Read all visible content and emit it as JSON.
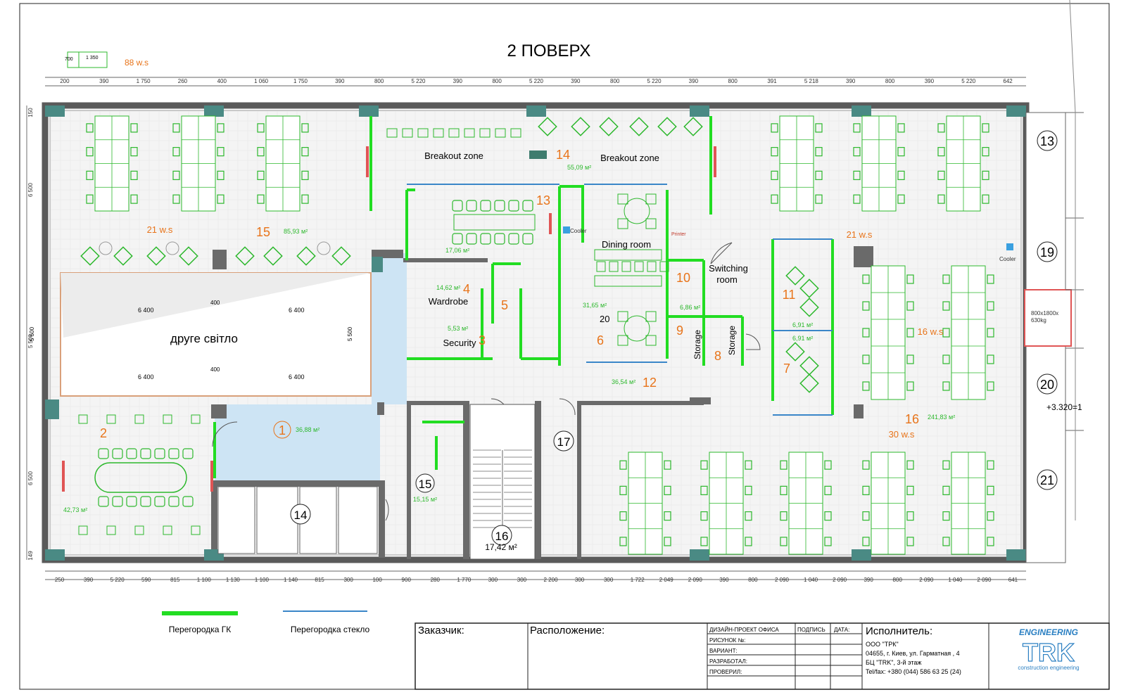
{
  "title": "2 ПОВЕРХ",
  "header_key": {
    "dims": [
      "700",
      "1 350"
    ],
    "ws": "88 w.s"
  },
  "colors": {
    "wall": "#5a5a5a",
    "gk": "#22dd22",
    "glass": "#3a86c8",
    "furniture": "#2db82d",
    "number": "#e8741a",
    "dim": "#333333",
    "light": "#f2f2f2",
    "tile": "#cde4f4"
  },
  "top_dims": [
    "200",
    "390",
    "1 750",
    "260",
    "400",
    "1 060",
    "1 750",
    "390",
    "800",
    "5 220",
    "390",
    "800",
    "5 220",
    "390",
    "800",
    "5 220",
    "390",
    "800",
    "391",
    "5 218",
    "390",
    "800",
    "390",
    "5 220",
    "642"
  ],
  "bottom_dims": [
    "250",
    "390",
    "5 220",
    "590",
    "815",
    "1 100",
    "1 130",
    "1 100",
    "1 140",
    "815",
    "300",
    "100",
    "900",
    "280",
    "1 770",
    "300",
    "300",
    "2 200",
    "300",
    "300",
    "1 722",
    "2 049",
    "2 090",
    "390",
    "800",
    "2 090",
    "1 040",
    "2 090",
    "390",
    "800",
    "2 090",
    "1 040",
    "2 090",
    "641"
  ],
  "left_dims": [
    "150",
    "6 500",
    "5 500",
    "6 500",
    "149"
  ],
  "light_well": {
    "label": "друге світло",
    "dims": [
      "6 400",
      "6 400",
      "6 400",
      "6 400",
      "400",
      "400",
      "5 500",
      "5 500"
    ]
  },
  "zones": [
    {
      "num": "15",
      "ws": "21 w.s",
      "area": "85,93 м²"
    },
    {
      "num": "14",
      "label": "Breakout zone",
      "area": "55,09 м²"
    },
    {
      "num": "13",
      "area": "17,06 м²"
    },
    {
      "num": "4",
      "label": "Wardrobe",
      "area": "14,62 м²"
    },
    {
      "num": "3",
      "label": "Security",
      "area": "5,53 м²"
    },
    {
      "num": "5"
    },
    {
      "num": "6",
      "label": "Dining room",
      "area": "31,65 м²",
      "extra": "20"
    },
    {
      "num": "10",
      "label": "Switching room",
      "area": "6,86 м²"
    },
    {
      "num": "9",
      "label": "Storage"
    },
    {
      "num": "8",
      "label": "Storage"
    },
    {
      "num": "11",
      "area": "6,91 м²"
    },
    {
      "num": "7",
      "area": "6,91 м²"
    },
    {
      "num": "12",
      "area": "36,54 м²"
    },
    {
      "num": "16",
      "ws": "16 w.s",
      "ws2": "30 w.s",
      "ws3": "21 w.s",
      "area": "241,83 м²"
    },
    {
      "num": "2",
      "area": "42,73 м²"
    },
    {
      "num": "1",
      "area": "36,88 м²"
    },
    {
      "num": "15b",
      "label": "15",
      "area": "15,15 м²"
    },
    {
      "num": "14b",
      "label": "14"
    },
    {
      "num": "16b",
      "label": "16",
      "area": "17,42 м²"
    },
    {
      "num": "17",
      "label": "17"
    }
  ],
  "breakout_left_label": "Breakout zone",
  "side_numbers": [
    "13",
    "19",
    "20",
    "21"
  ],
  "side_labels": {
    "level": "+3.320=1",
    "hoist": "800х1800х",
    "hoist2": "630kg",
    "cooler": "Cooler",
    "printer": "Printer"
  },
  "legend": [
    {
      "label": "Перегородка ГК",
      "kind": "gk"
    },
    {
      "label": "Перегородка стекло",
      "kind": "glass"
    }
  ],
  "title_block": {
    "customer": "Заказчик:",
    "location": "Расположение:",
    "rows": [
      "ДИЗАЙН-ПРОЕКТ ОФИСА",
      "РИСУНОК №:",
      "ВАРИАНТ:",
      "РАЗРАБОТАЛ:",
      "ПРОВЕРИЛ:"
    ],
    "sign": "ПОДПИСЬ",
    "date": "ДАТА:",
    "contractor": "Исполнитель:",
    "contractor_lines": [
      "ООО \"ТРК\"",
      "04655, г. Киев, ул. Гарматная , 4",
      "БЦ \"TRK\",  3-й этаж",
      "Tel/fax: +380 (044) 586 63 25 (24)"
    ],
    "logo_top": "ENGINEERING",
    "logo_main": "TRK",
    "logo_sub": "construction engineering"
  }
}
